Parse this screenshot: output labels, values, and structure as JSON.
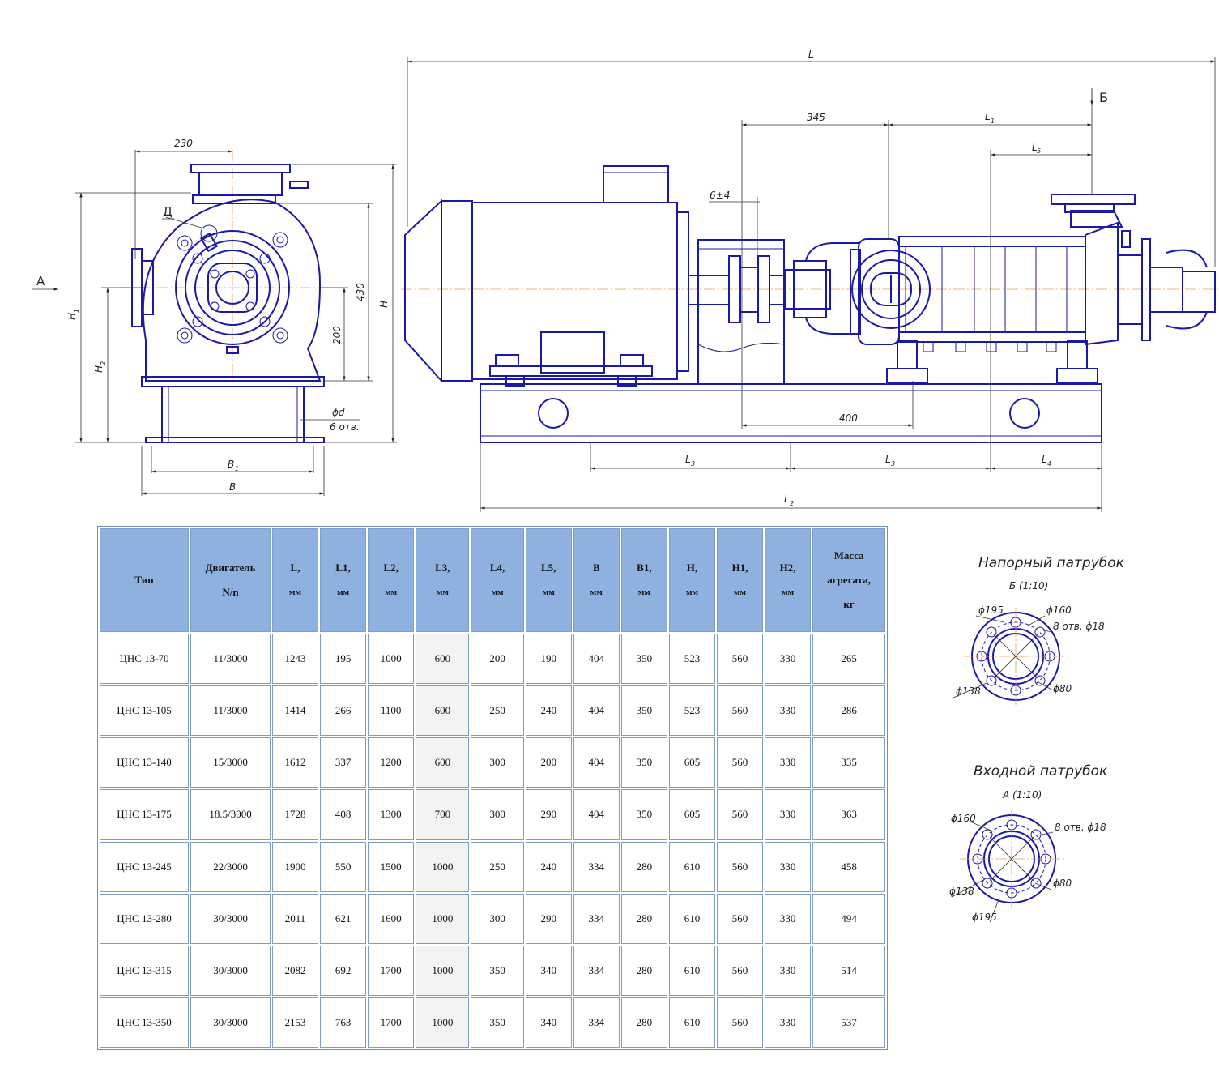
{
  "drawing": {
    "front_view": {
      "dim_230": "230",
      "dim_430": "430",
      "dim_200": "200",
      "label_H": "H",
      "label_H1": "H",
      "label_H1_sub": "1",
      "label_H2": "H",
      "label_H2_sub": "2",
      "label_B": "B",
      "label_B1": "B",
      "label_B1_sub": "1",
      "label_D": "Д",
      "label_A": "А",
      "hole_dia": "ϕd",
      "hole_count": "6 отв."
    },
    "side_view": {
      "label_L": "L",
      "dim_345": "345",
      "label_L1": "L",
      "label_L1_sub": "1",
      "label_L5": "L",
      "label_L5_sub": "5",
      "label_B_arrow": "Б",
      "dim_gap": "6±4",
      "dim_400": "400",
      "label_L3": "L",
      "label_L3_sub": "3",
      "label_L4": "L",
      "label_L4_sub": "4",
      "label_L2": "L",
      "label_L2_sub": "2"
    },
    "outlet_flange": {
      "title": "Напорный патрубок",
      "view": "Б (1:10)",
      "d195": "ϕ195",
      "d160": "ϕ160",
      "holes": "8 отв. ϕ18",
      "d138": "ϕ138",
      "d80": "ϕ80"
    },
    "inlet_flange": {
      "title": "Входной патрубок",
      "view": "А (1:10)",
      "d160": "ϕ160",
      "holes": "8 отв. ϕ18",
      "d138": "ϕ138",
      "d80": "ϕ80",
      "d195": "ϕ195"
    }
  },
  "table": {
    "headers": [
      [
        "Тип"
      ],
      [
        "Двигатель",
        "N/n"
      ],
      [
        "L,",
        "мм"
      ],
      [
        "L1,",
        "мм"
      ],
      [
        "L2,",
        "мм"
      ],
      [
        "L3,",
        "мм"
      ],
      [
        "L4,",
        "мм"
      ],
      [
        "L5,",
        "мм"
      ],
      [
        "B",
        "мм"
      ],
      [
        "B1,",
        "мм"
      ],
      [
        "H,",
        "мм"
      ],
      [
        "H1,",
        "мм"
      ],
      [
        "H2,",
        "мм"
      ],
      [
        "Масса",
        "агрегата,",
        "кг"
      ]
    ],
    "rows": [
      [
        "ЦНС 13-70",
        "11/3000",
        "1243",
        "195",
        "1000",
        "600",
        "200",
        "190",
        "404",
        "350",
        "523",
        "560",
        "330",
        "265"
      ],
      [
        "ЦНС 13-105",
        "11/3000",
        "1414",
        "266",
        "1100",
        "600",
        "250",
        "240",
        "404",
        "350",
        "523",
        "560",
        "330",
        "286"
      ],
      [
        "ЦНС 13-140",
        "15/3000",
        "1612",
        "337",
        "1200",
        "600",
        "300",
        "200",
        "404",
        "350",
        "605",
        "560",
        "330",
        "335"
      ],
      [
        "ЦНС 13-175",
        "18.5/3000",
        "1728",
        "408",
        "1300",
        "700",
        "300",
        "290",
        "404",
        "350",
        "605",
        "560",
        "330",
        "363"
      ],
      [
        "ЦНС 13-245",
        "22/3000",
        "1900",
        "550",
        "1500",
        "1000",
        "250",
        "240",
        "334",
        "280",
        "610",
        "560",
        "330",
        "458"
      ],
      [
        "ЦНС 13-280",
        "30/3000",
        "2011",
        "621",
        "1600",
        "1000",
        "300",
        "290",
        "334",
        "280",
        "610",
        "560",
        "330",
        "494"
      ],
      [
        "ЦНС 13-315",
        "30/3000",
        "2082",
        "692",
        "1700",
        "1000",
        "350",
        "340",
        "334",
        "280",
        "610",
        "560",
        "330",
        "514"
      ],
      [
        "ЦНС 13-350",
        "30/3000",
        "2153",
        "763",
        "1700",
        "1000",
        "350",
        "340",
        "334",
        "280",
        "610",
        "560",
        "330",
        "537"
      ]
    ]
  }
}
